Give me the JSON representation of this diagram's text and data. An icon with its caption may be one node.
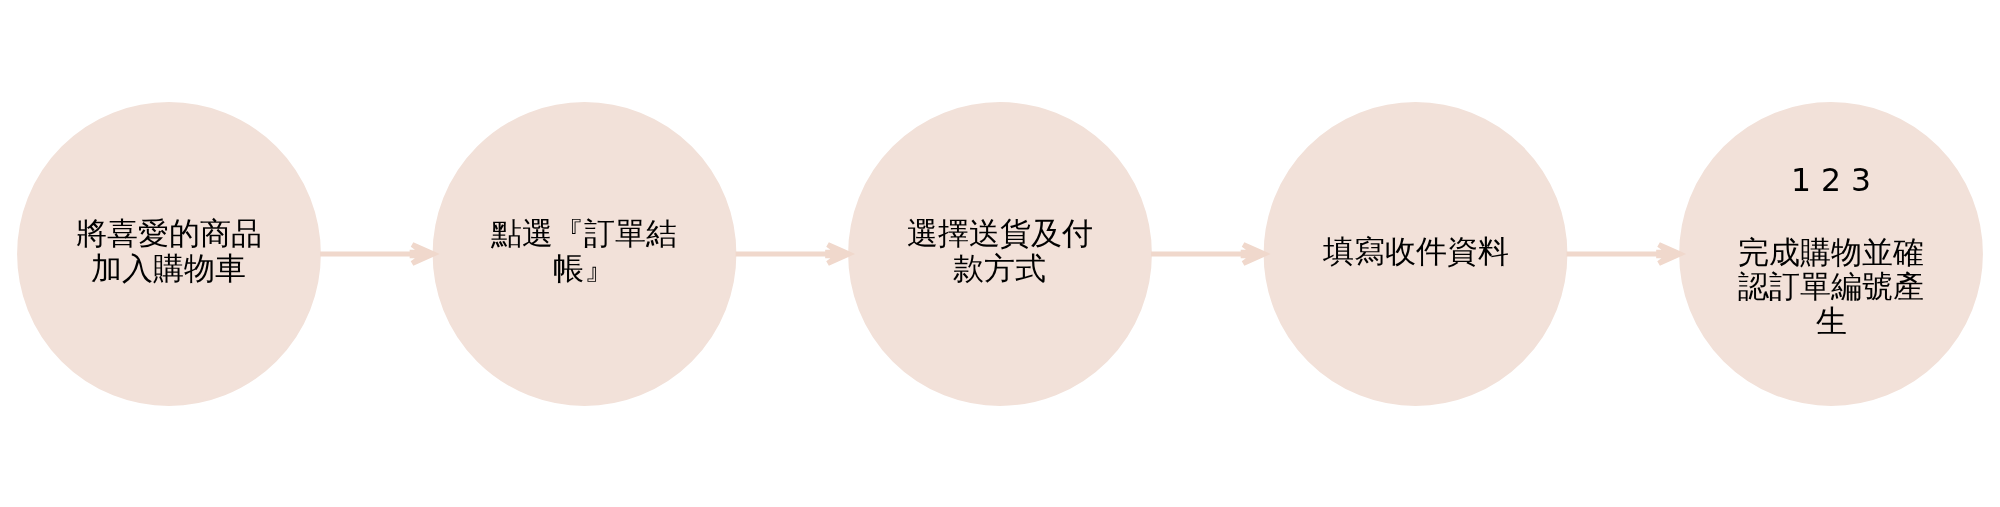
{
  "diagram": {
    "nodes": [
      {
        "text": [
          "將喜愛的商品加入購物車"
        ]
      },
      {
        "text": [
          "點選『訂單結帳』"
        ]
      },
      {
        "text": [
          "選擇送貨及付款方式"
        ]
      },
      {
        "text": [
          "填寫收件資料"
        ]
      },
      {
        "text": [
          "1 2 3",
          "完成購物並確認訂單編號產生"
        ]
      }
    ],
    "edges": [
      {
        "from": 0,
        "to": 1,
        "arrow": "to"
      },
      {
        "from": 1,
        "to": 2,
        "arrow": "to"
      },
      {
        "from": 2,
        "to": 3,
        "arrow": "to"
      },
      {
        "from": 3,
        "to": 4,
        "arrow": "to"
      }
    ]
  }
}
